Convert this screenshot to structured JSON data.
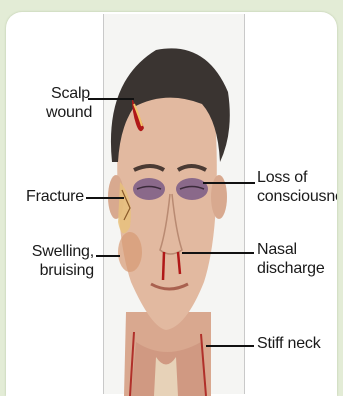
{
  "labels": {
    "scalp_wound": [
      "Scalp",
      "wound"
    ],
    "fracture": [
      "Fracture"
    ],
    "swelling": [
      "Swelling,",
      "bruising"
    ],
    "loss": [
      "Loss of",
      "consciousness"
    ],
    "nasal": [
      "Nasal",
      "discharge"
    ],
    "stiff": [
      "Stiff neck"
    ]
  },
  "colors": {
    "background": "#e3ecd6",
    "skin": "#e2b9a0",
    "hair": "#3a3431",
    "bruise": "#7a5a86",
    "blood": "#b01818"
  }
}
